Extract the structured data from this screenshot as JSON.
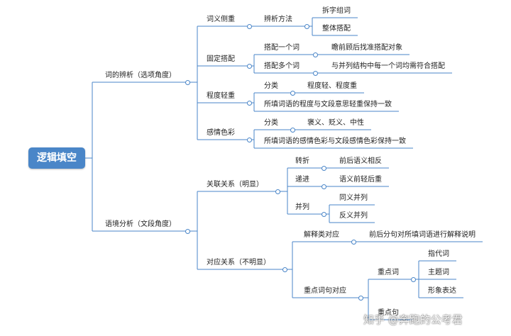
{
  "root": "逻辑填空",
  "branch1": {
    "label": "词的辨析（选项角度）",
    "n1": "词义侧重",
    "n1_method": "辨析方法",
    "n1_c1": "拆字组词",
    "n1_c2": "整体搭配",
    "n2": "固定搭配",
    "n2_a": "搭配一个词",
    "n2_a_d": "瞻前顾后找准搭配对象",
    "n2_b": "搭配多个词",
    "n2_b_d": "与并列结构中每一个词均需符合搭配",
    "n3": "程度轻重",
    "n3_a": "分类",
    "n3_a_d": "程度轻、程度重",
    "n3_b": "所填词语的程度与文段意思轻重保持一致",
    "n4": "感情色彩",
    "n4_a": "分类",
    "n4_a_d": "褒义、贬义、中性",
    "n4_b": "所填词语的感情色彩与文段感情色彩保持一致"
  },
  "branch2": {
    "label": "语境分析（文段角度）",
    "m1": "关联关系（明显）",
    "m1_a": "转折",
    "m1_a_d": "前后语义相反",
    "m1_b": "递进",
    "m1_b_d": "语义前轻后重",
    "m1_c": "并列",
    "m1_c_1": "同义并列",
    "m1_c_2": "反义并列",
    "m2": "对应关系（不明显）",
    "m2_a": "解释类对应",
    "m2_a_d": "前后分句对所填词语进行解释说明",
    "m2_b": "重点词句对应",
    "m2_b_1": "重点词",
    "m2_b_1a": "指代词",
    "m2_b_1b": "主题词",
    "m2_b_1c": "形象表达",
    "m2_b_2": "重点句"
  },
  "watermark": "知乎 @奔跑的公考君",
  "colors": {
    "root": "#4a86c8",
    "line": "#4a86c8",
    "dot_border": "#4a86c8"
  }
}
